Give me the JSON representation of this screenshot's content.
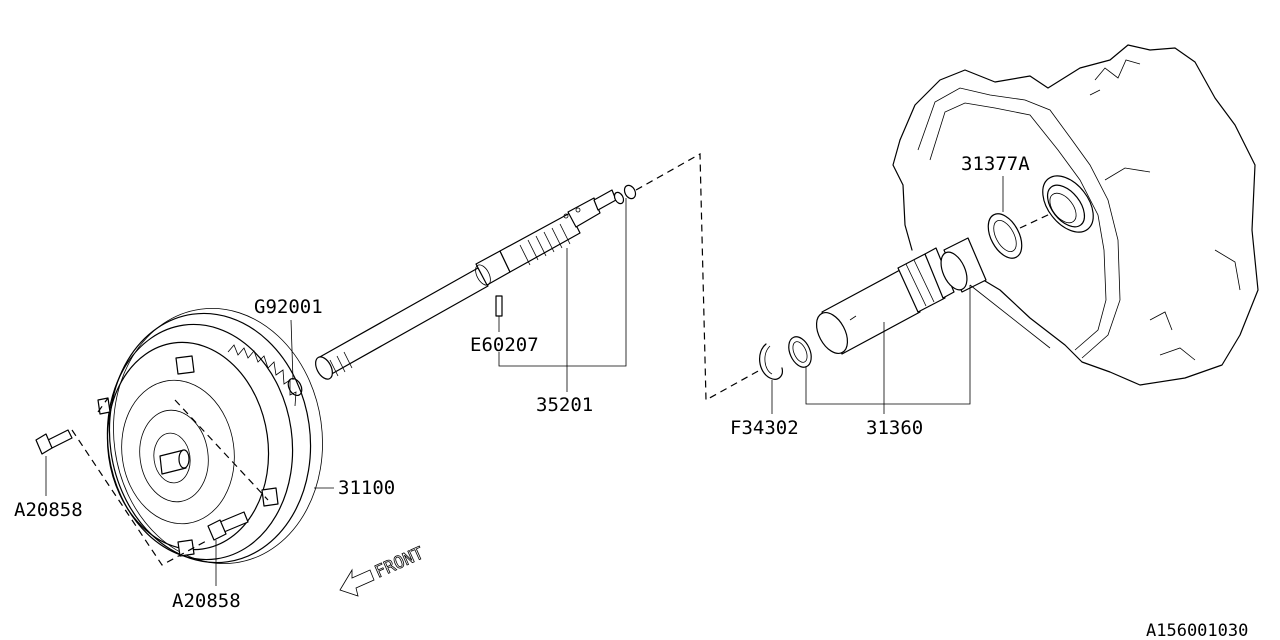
{
  "diagram": {
    "reference_code": "A156001030",
    "direction_text": "FRONT",
    "callouts": [
      {
        "id": "g92001",
        "text": "G92001"
      },
      {
        "id": "e60207",
        "text": "E60207"
      },
      {
        "id": "35201",
        "text": "35201"
      },
      {
        "id": "31377a",
        "text": "31377A"
      },
      {
        "id": "f34302",
        "text": "F34302"
      },
      {
        "id": "31360",
        "text": "31360"
      },
      {
        "id": "31100",
        "text": "31100"
      },
      {
        "id": "a20858-left",
        "text": "A20858"
      },
      {
        "id": "a20858-bottom",
        "text": "A20858"
      }
    ]
  }
}
